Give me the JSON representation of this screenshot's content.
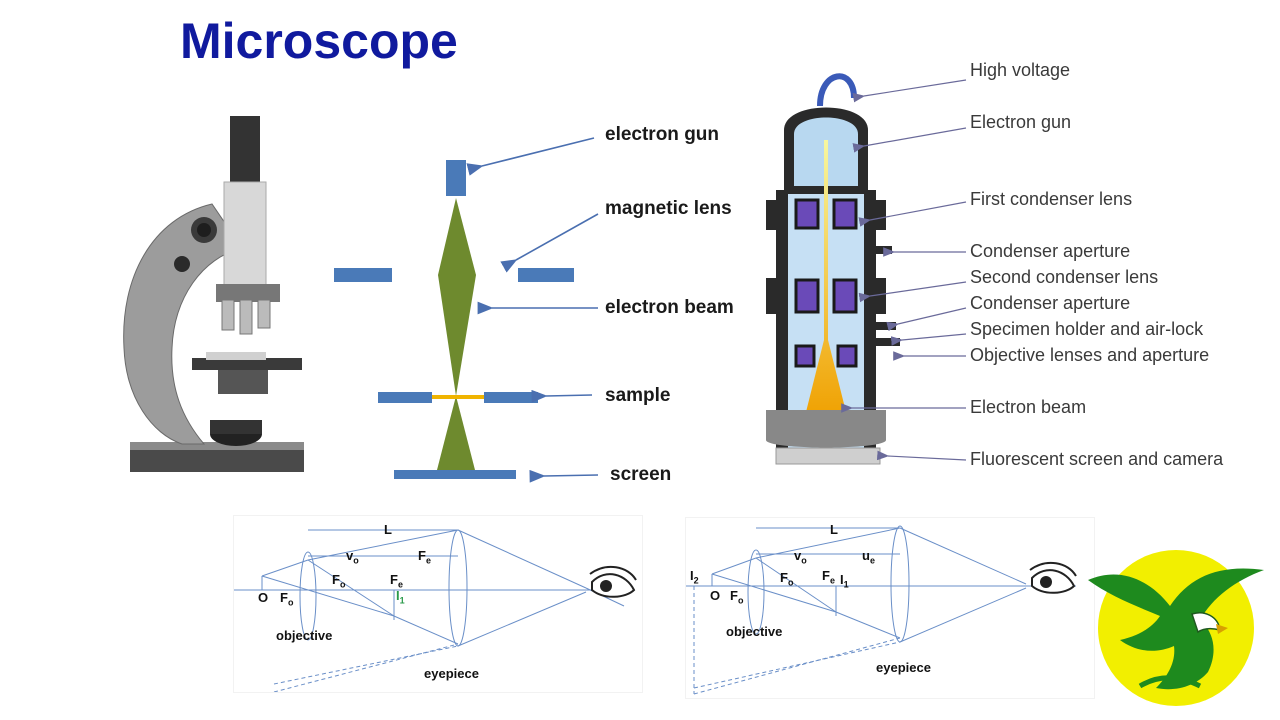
{
  "title": "Microscope",
  "tem": {
    "labels": {
      "electron_gun": "electron gun",
      "magnetic_lens": "magnetic lens",
      "electron_beam": "electron beam",
      "sample": "sample",
      "screen": "screen"
    }
  },
  "sem": {
    "labels": {
      "high_voltage": "High voltage",
      "electron_gun": "Electron gun",
      "first_condenser_lens": "First condenser lens",
      "condenser_aperture_1": "Condenser  aperture",
      "second_condenser_lens": "Second condenser lens",
      "condenser_aperture_2": "Condenser aperture",
      "specimen_holder": "Specimen holder and air-lock",
      "objective_lenses": "Objective lenses and aperture",
      "electron_beam": "Electron beam",
      "fluorescent_screen": "Fluorescent  screen  and camera"
    }
  },
  "optics_left": {
    "L": "L",
    "vo": "v",
    "vo_sub": "o",
    "Fe_top": "F",
    "Fe_top_sub": "e",
    "O": "O",
    "Fo_1": "F",
    "Fo_1_sub": "o",
    "Fo_2": "F",
    "Fo_2_sub": "o",
    "Fe": "F",
    "Fe_sub": "e",
    "I1": "I",
    "I1_sub": "1",
    "objective": "objective",
    "eyepiece": "eyepiece"
  },
  "optics_right": {
    "L": "L",
    "vo": "v",
    "vo_sub": "o",
    "ue": "u",
    "ue_sub": "e",
    "I2": "I",
    "I2_sub": "2",
    "O": "O",
    "Fo_1": "F",
    "Fo_1_sub": "o",
    "Fo_2": "F",
    "Fo_2_sub": "o",
    "Fe": "F",
    "Fe_sub": "e",
    "I1": "I",
    "I1_sub": "1",
    "objective": "objective",
    "eyepiece": "eyepiece"
  },
  "colors": {
    "title": "#101a9e",
    "plate": "#4a7ab8",
    "beam": "#6e8a2e",
    "sample": "#f0b400",
    "arrow": "#4a6fb0",
    "logo_circle": "#f2ef00",
    "eagle": "#1e8a1e"
  }
}
